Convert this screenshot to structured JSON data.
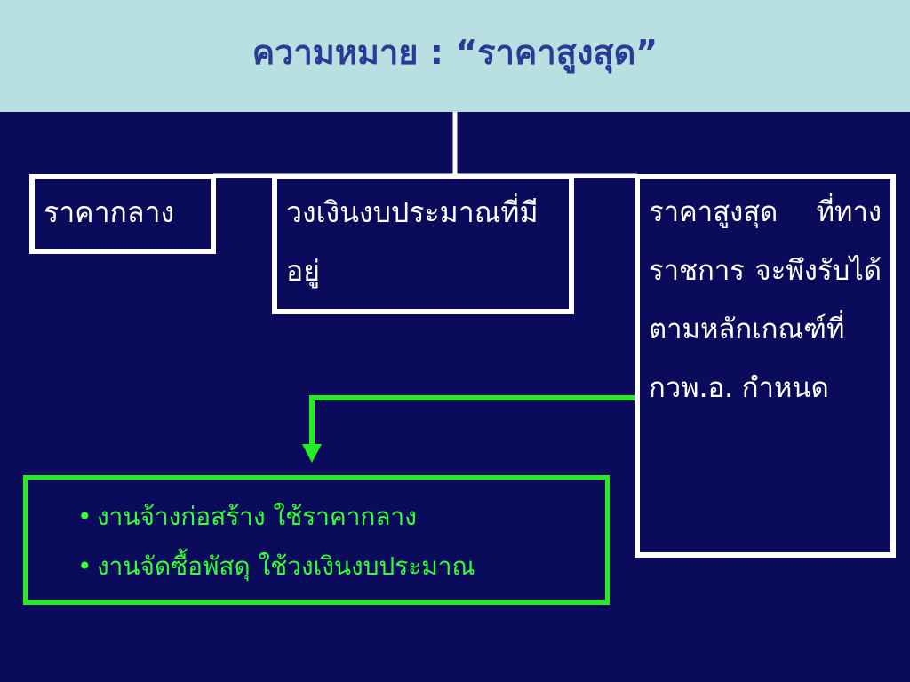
{
  "title": "ความหมาย : “ราคาสูงสุด”",
  "boxes": {
    "mid_price": "ราคากลาง",
    "budget": "วงเงินงบประมาณที่มีอยู่",
    "max_price": "ราคาสูงสุด ที่ทางราชการ จะพึงรับได้ ตามหลักเกณฑ์ที่ กวพ.อ. กำหนด"
  },
  "usage": {
    "items": [
      "งานจ้างก่อสร้าง ใช้ราคากลาง",
      "งานจัดซื้อพัสดุ ใช้วงเงินงบประมาณ"
    ]
  },
  "colors": {
    "background": "#0b0b5c",
    "title_band": "#b8e0e0",
    "title_text": "#2b3a96",
    "box_border": "#ffffff",
    "usage_accent": "#22ee22"
  }
}
